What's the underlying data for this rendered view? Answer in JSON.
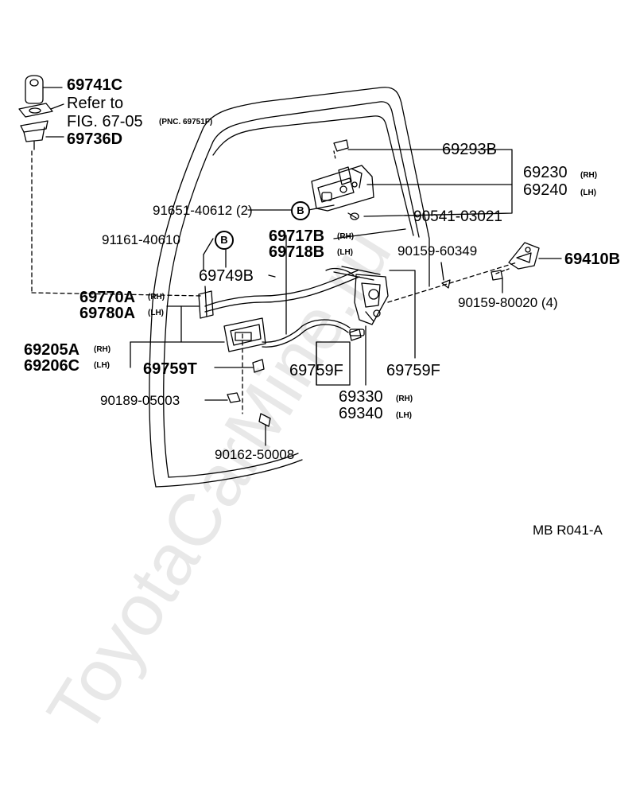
{
  "labels": {
    "p69741c": "69741C",
    "refer_to": "Refer to",
    "fig_ref": "FIG. 67-05",
    "pnc_note": "(PNC. 69751F)",
    "p69736d": "69736D",
    "p69293b": "69293B",
    "p69230": "69230",
    "p69240": "69240",
    "rh": "(RH)",
    "lh": "(LH)",
    "p91651": "91651-40612 (2)",
    "p90541": "90541-03021",
    "p91161": "91161-40610",
    "p69717b": "69717B",
    "p69718b": "69718B",
    "p90159_60349": "90159-60349",
    "p69410b": "69410B",
    "p69749b": "69749B",
    "p90159_80020": "90159-80020 (4)",
    "p69770a": "69770A",
    "p69780a": "69780A",
    "p69205a": "69205A",
    "p69206c": "69206C",
    "p69759t": "69759T",
    "p69759f_a": "69759F",
    "p69759f_b": "69759F",
    "p69330": "69330",
    "p69340": "69340",
    "p90189": "90189-05003",
    "p90162": "90162-50008",
    "circle_b": "B",
    "diagram_code": "MB  R041-A"
  },
  "watermark": "ToyotaCarMine.ru",
  "colors": {
    "line": "#000000",
    "watermark": "#e6e6e6",
    "background": "#ffffff"
  }
}
